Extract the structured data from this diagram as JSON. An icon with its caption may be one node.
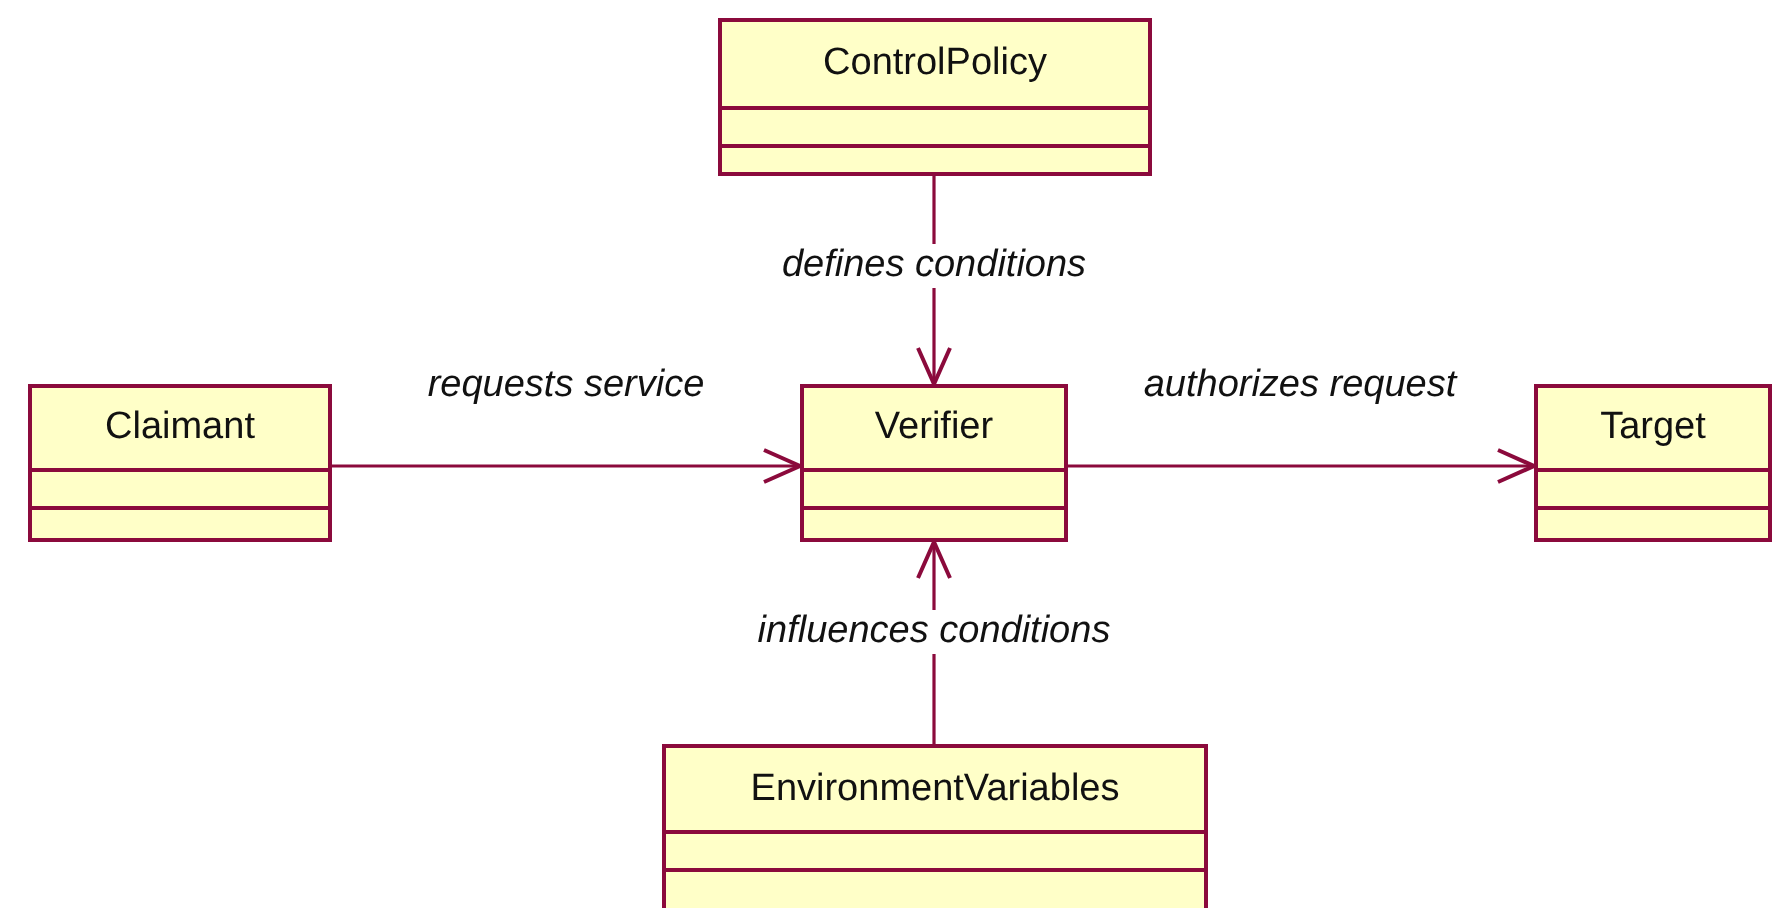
{
  "diagram": {
    "nodes": [
      {
        "text": [
          "ControlPolicy"
        ]
      },
      {
        "text": [
          "Claimant"
        ]
      },
      {
        "text": [
          "Verifier"
        ]
      },
      {
        "text": [
          "Target"
        ]
      },
      {
        "text": [
          "EnvironmentVariables"
        ]
      }
    ],
    "edges": [
      {
        "from": 0,
        "to": 2,
        "arrow": "to",
        "label": "defines conditions"
      },
      {
        "from": 1,
        "to": 2,
        "arrow": "to",
        "label": "requests service"
      },
      {
        "from": 2,
        "to": 3,
        "arrow": "to",
        "label": "authorizes request"
      },
      {
        "from": 4,
        "to": 2,
        "arrow": "to",
        "label": "influences conditions"
      }
    ]
  }
}
